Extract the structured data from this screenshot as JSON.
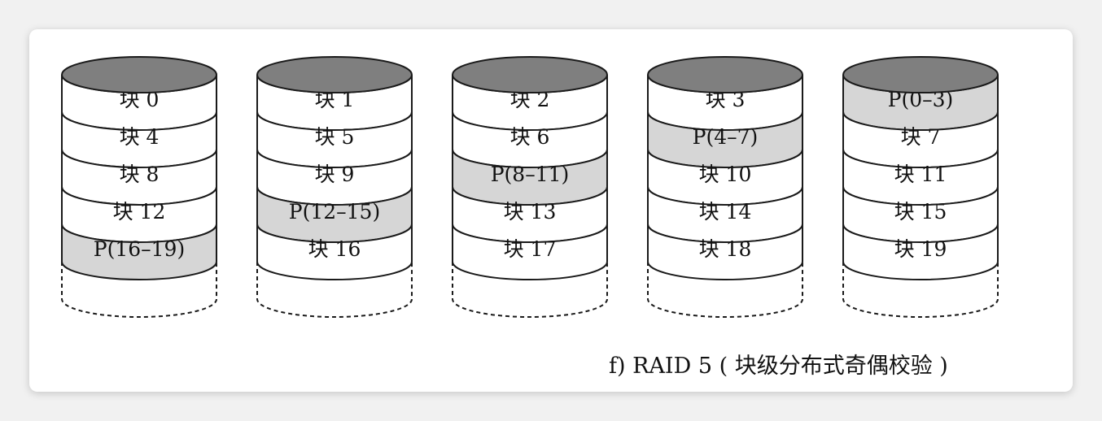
{
  "colors": {
    "top": "#7f7f7f",
    "parity": "#d6d6d6",
    "data": "#ffffff",
    "stroke": "#1a1a1a"
  },
  "disks": [
    {
      "cells": [
        {
          "label": "块 0",
          "parity": false
        },
        {
          "label": "块 4",
          "parity": false
        },
        {
          "label": "块 8",
          "parity": false
        },
        {
          "label": "块 12",
          "parity": false
        },
        {
          "label": "P(16–19)",
          "parity": true
        }
      ]
    },
    {
      "cells": [
        {
          "label": "块 1",
          "parity": false
        },
        {
          "label": "块 5",
          "parity": false
        },
        {
          "label": "块 9",
          "parity": false
        },
        {
          "label": "P(12–15)",
          "parity": true
        },
        {
          "label": "块 16",
          "parity": false
        }
      ]
    },
    {
      "cells": [
        {
          "label": "块 2",
          "parity": false
        },
        {
          "label": "块 6",
          "parity": false
        },
        {
          "label": "P(8–11)",
          "parity": true
        },
        {
          "label": "块 13",
          "parity": false
        },
        {
          "label": "块 17",
          "parity": false
        }
      ]
    },
    {
      "cells": [
        {
          "label": "块 3",
          "parity": false
        },
        {
          "label": "P(4–7)",
          "parity": true
        },
        {
          "label": "块 10",
          "parity": false
        },
        {
          "label": "块 14",
          "parity": false
        },
        {
          "label": "块 18",
          "parity": false
        }
      ]
    },
    {
      "cells": [
        {
          "label": "P(0–3)",
          "parity": true
        },
        {
          "label": "块 7",
          "parity": false
        },
        {
          "label": "块 11",
          "parity": false
        },
        {
          "label": "块 15",
          "parity": false
        },
        {
          "label": "块 19",
          "parity": false
        }
      ]
    }
  ],
  "caption": "f) RAID 5 ( 块级分布式奇偶校验 )"
}
